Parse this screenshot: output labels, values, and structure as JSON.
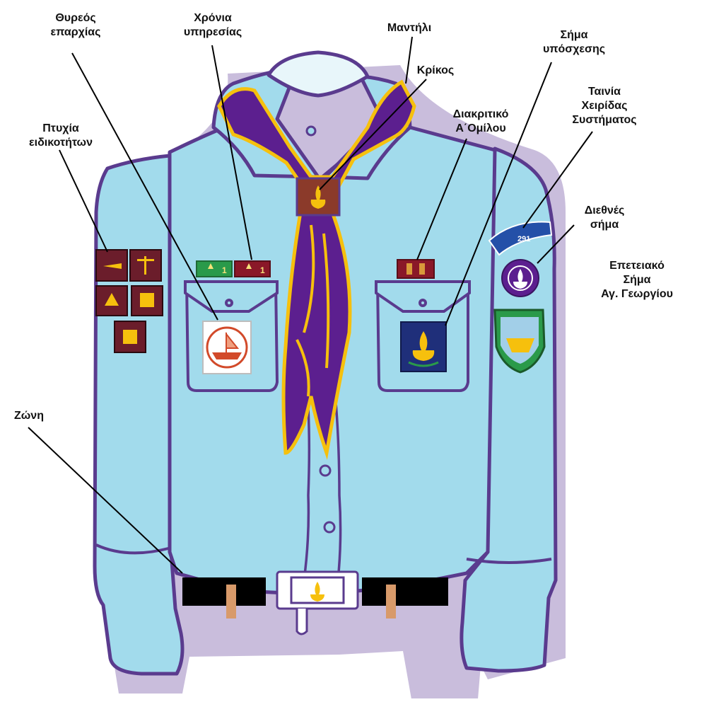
{
  "labels": {
    "province_crest": "Θυρεός\nεπαρχίας",
    "service_years": "Χρόνια\nυπηρεσίας",
    "scarf": "Μαντήλι",
    "promise_badge": "Σήμα\nυπόσχεσης",
    "ring": "Κρίκος",
    "proficiency_badges": "Πτυχία\nειδικοτήτων",
    "group_insignia": "Διακριτικό\nΑ΄Ομίλου",
    "system_sleeve_tape": "Ταινία\nΧειρίδας\nΣυστήματος",
    "world_badge": "Διεθνές\nσήμα",
    "anniversary_badge": "Επετειακό\nΣήμα\nΑγ. Γεωργίου",
    "belt": "Ζώνη"
  },
  "service_stripes": [
    "1",
    "1"
  ],
  "sleeve_tape_text": "291",
  "colors": {
    "shirt": "#a2dbec",
    "outline": "#5a3b8e",
    "shadow": "#c9bddc",
    "scarf": "#5c1f8f",
    "scarf_border": "#f6c00d",
    "badge_maroon": "#6b1d2b",
    "belt": "#000000"
  }
}
